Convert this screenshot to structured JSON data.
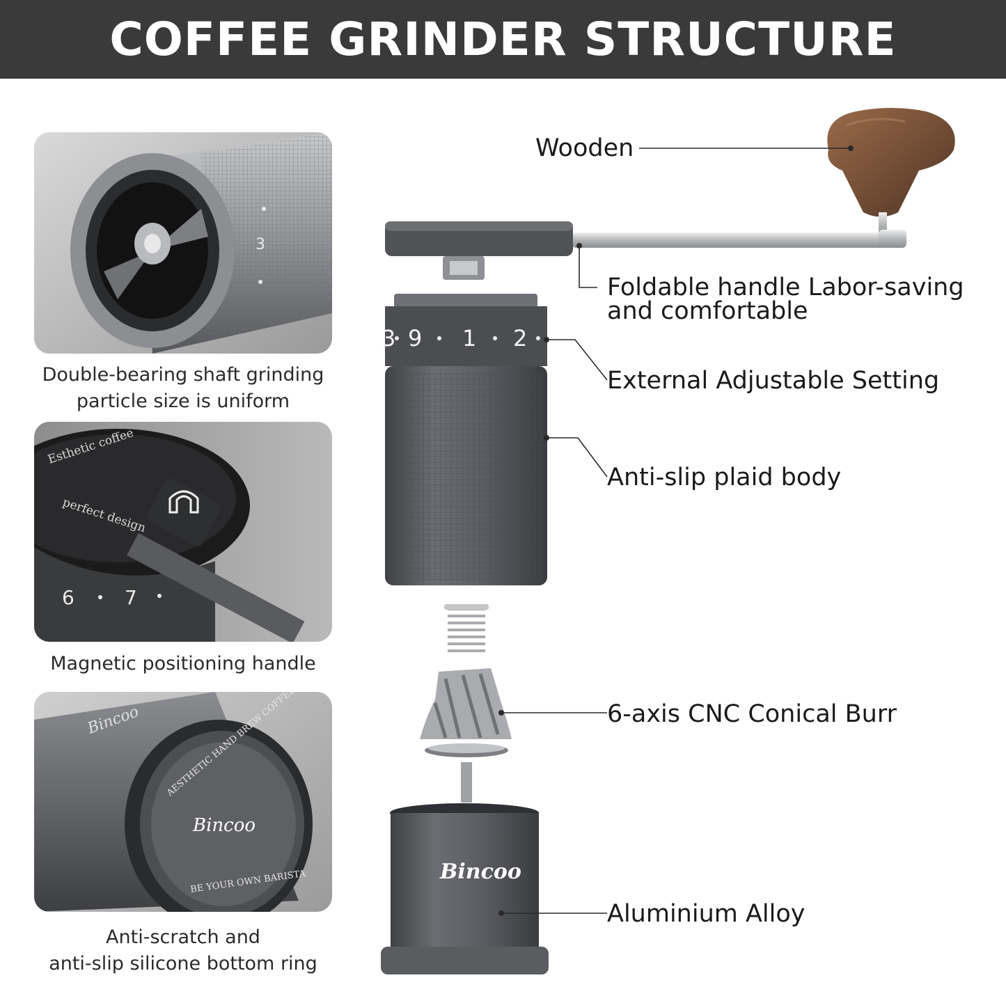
{
  "title": "COFFEE GRINDER STRUCTURE",
  "features": [
    {
      "caption_line1": "Double-bearing shaft grinding",
      "caption_line2": "particle size is uniform"
    },
    {
      "caption_line1": "Magnetic positioning handle",
      "caption_line2": ""
    },
    {
      "caption_line1": "Anti-scratch and",
      "caption_line2": "anti-slip silicone bottom ring"
    }
  ],
  "photo_text": {
    "dial_numbers_top": [
      "3",
      "9",
      "1",
      "2"
    ],
    "dial_numbers_closeup": [
      "6",
      "7"
    ],
    "lid_engraving_1": "Esthetic coffee",
    "lid_engraving_2": "perfect design",
    "bottom_engraving_1": "AESTHETIC HAND BREW COFFEE",
    "bottom_engraving_2": "BE YOUR OWN BARISTA",
    "brand": "Bincoo"
  },
  "callouts": {
    "wooden": "Wooden",
    "handle_line1": "Foldable handle Labor-saving",
    "handle_line2": "and comfortable",
    "adjust": "External Adjustable Setting",
    "body": "Anti-slip plaid body",
    "burr": "6-axis CNC Conical Burr",
    "alloy": "Aluminium Alloy"
  },
  "colors": {
    "banner": "#3a3a3a",
    "grinder_body": "#5c5e63",
    "wood": "#7a5238"
  }
}
